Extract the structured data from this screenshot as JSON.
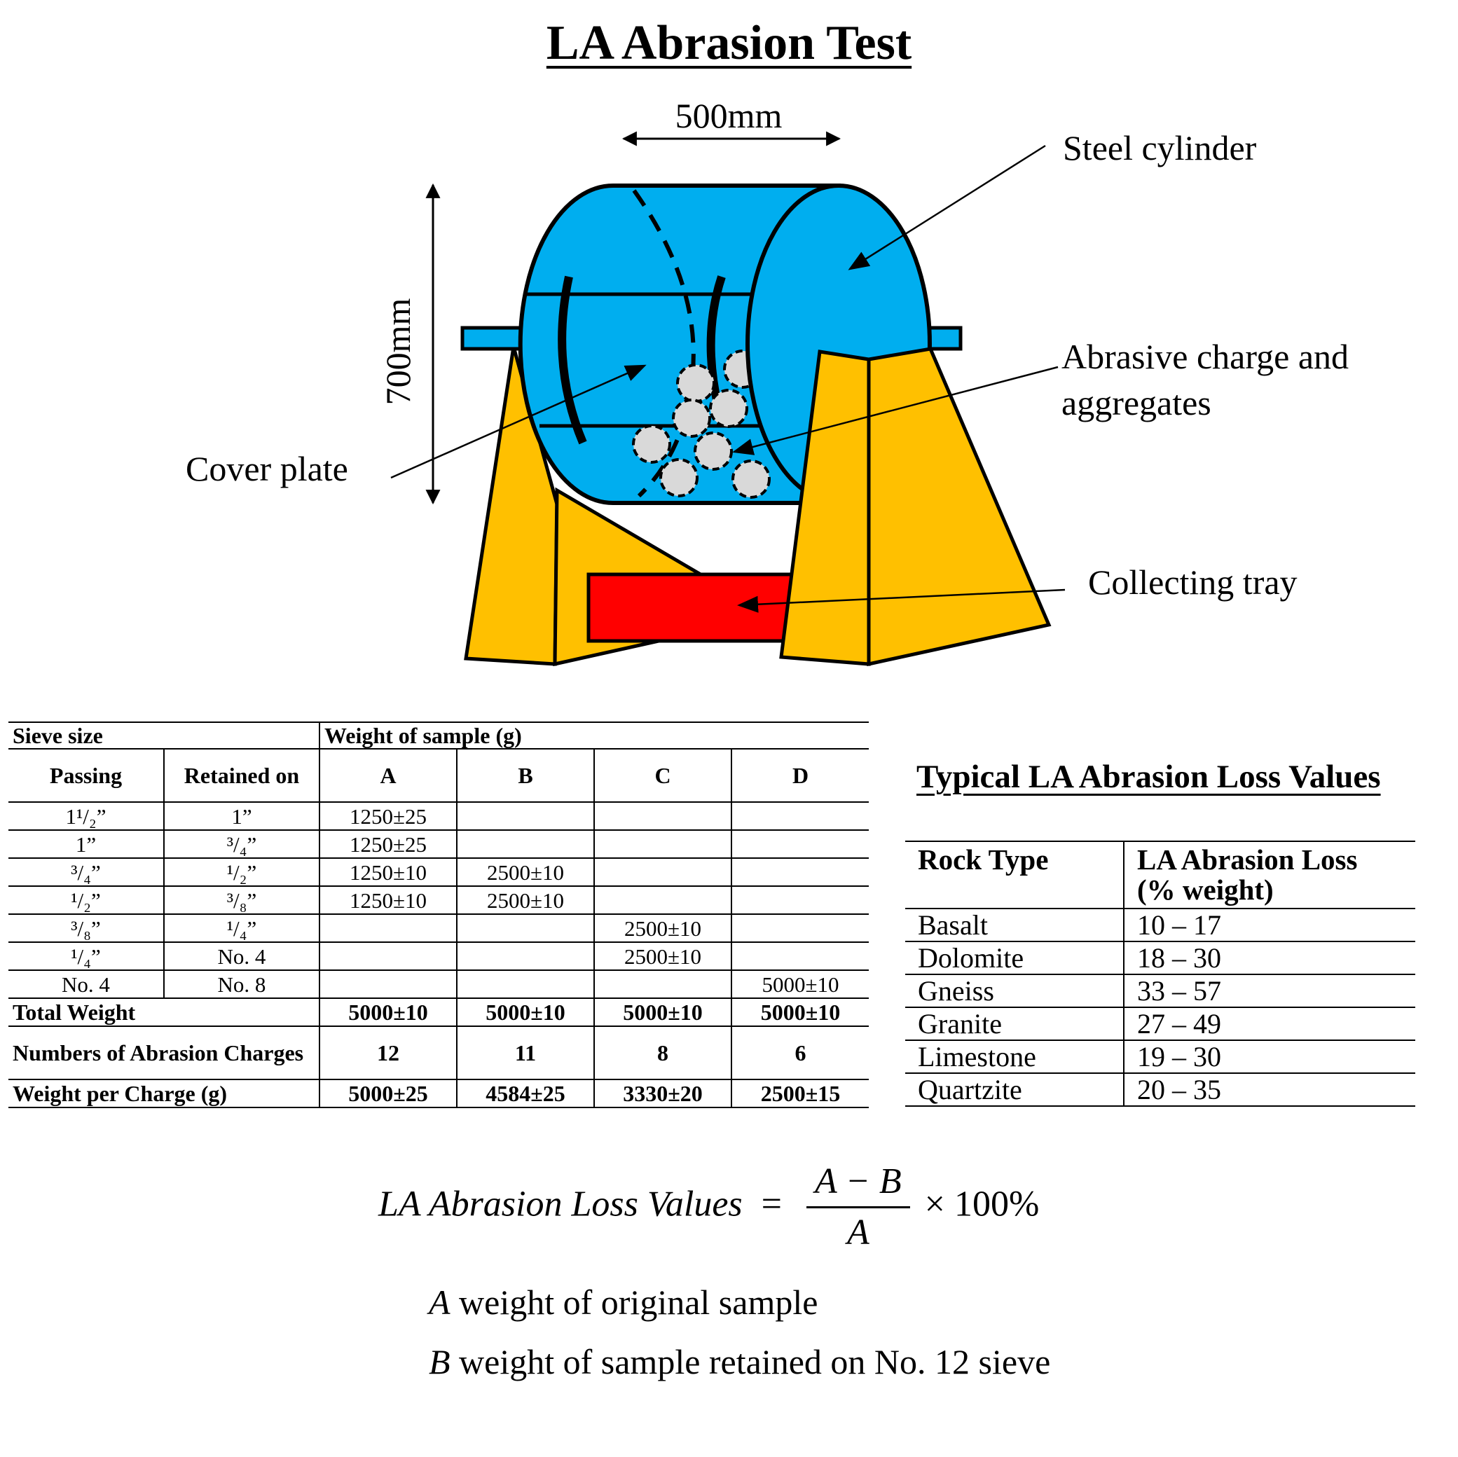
{
  "title": "LA Abrasion Test",
  "diagram": {
    "width_label": "500mm",
    "height_label": "700mm",
    "labels": {
      "steel_cylinder": "Steel cylinder",
      "abrasive_line1": "Abrasive charge and",
      "abrasive_line2": "aggregates",
      "cover_plate": "Cover plate",
      "collecting_tray": "Collecting tray"
    },
    "colors": {
      "cylinder": "#00AEEF",
      "frame": "#FFC000",
      "tray": "#FF0000",
      "charge": "#D9D9D9",
      "outline": "#000000"
    }
  },
  "sieve_table": {
    "header_sieve_size": "Sieve size",
    "header_weight": "Weight of sample (g)",
    "header_passing": "Passing",
    "header_retained": "Retained on",
    "grades": [
      "A",
      "B",
      "C",
      "D"
    ],
    "rows": [
      {
        "passing": "1¹/₂”",
        "retained": "1”",
        "values": [
          "1250±25",
          "",
          "",
          ""
        ]
      },
      {
        "passing": "1”",
        "retained": "³/₄”",
        "values": [
          "1250±25",
          "",
          "",
          ""
        ]
      },
      {
        "passing": "³/₄”",
        "retained": "¹/₂”",
        "values": [
          "1250±10",
          "2500±10",
          "",
          ""
        ]
      },
      {
        "passing": "¹/₂”",
        "retained": "³/₈”",
        "values": [
          "1250±10",
          "2500±10",
          "",
          ""
        ]
      },
      {
        "passing": "³/₈”",
        "retained": "¹/₄”",
        "values": [
          "",
          "",
          "2500±10",
          ""
        ]
      },
      {
        "passing": "¹/₄”",
        "retained": "No. 4",
        "values": [
          "",
          "",
          "2500±10",
          ""
        ]
      },
      {
        "passing": "No. 4",
        "retained": "No. 8",
        "values": [
          "",
          "",
          "",
          "5000±10"
        ]
      }
    ],
    "total_weight_label": "Total Weight",
    "total_weight": [
      "5000±10",
      "5000±10",
      "5000±10",
      "5000±10"
    ],
    "charges_label": "Numbers of Abrasion Charges",
    "charges": [
      "12",
      "11",
      "8",
      "6"
    ],
    "weight_per_charge_label": "Weight per Charge (g)",
    "weight_per_charge": [
      "5000±25",
      "4584±25",
      "3330±20",
      "2500±15"
    ]
  },
  "rock_table": {
    "title": "Typical LA Abrasion Loss Values",
    "header_rock": "Rock Type",
    "header_loss_line1": "LA Abrasion Loss",
    "header_loss_line2": "(% weight)",
    "rows": [
      {
        "rock": "Basalt",
        "loss": "10 – 17"
      },
      {
        "rock": "Dolomite",
        "loss": "18 – 30"
      },
      {
        "rock": "Gneiss",
        "loss": "33 – 57"
      },
      {
        "rock": "Granite",
        "loss": "27 – 49"
      },
      {
        "rock": "Limestone",
        "loss": "19 – 30"
      },
      {
        "rock": "Quartzite",
        "loss": "20 – 35"
      }
    ]
  },
  "formula": {
    "lhs": "LA Abrasion Loss Values",
    "equals": "=",
    "numerator": "A − B",
    "denominator": "A",
    "times": "× 100%"
  },
  "legend": {
    "a_symbol": "A",
    "a_text": "weight of original sample",
    "b_symbol": "B",
    "b_text": "weight of sample retained on No. 12 sieve"
  }
}
